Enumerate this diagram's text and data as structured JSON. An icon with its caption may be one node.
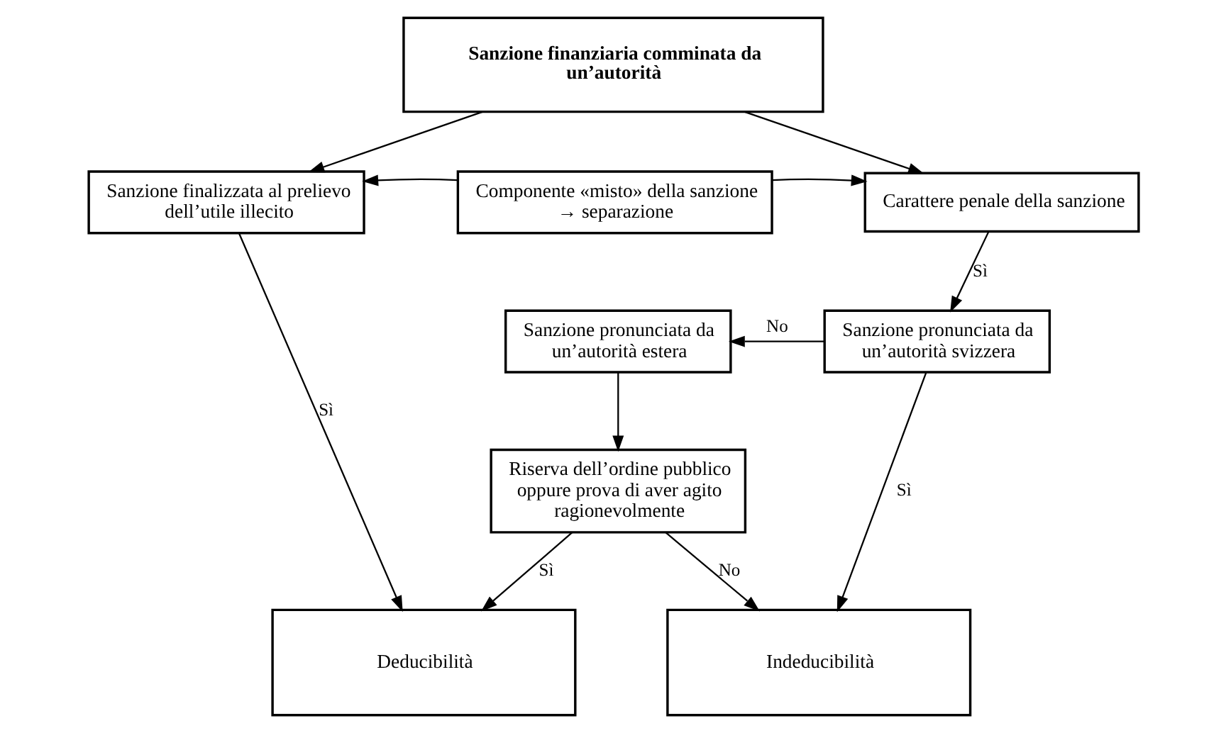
{
  "diagram": {
    "nodes": [
      {
        "text": [
          "Sanzione finanziaria comminata da un’autorità"
        ]
      },
      {
        "text": [
          "Sanzione finalizzata al prelievo dell’utile illecito"
        ]
      },
      {
        "text": [
          "Componente «misto» della sanzione → separazione"
        ]
      },
      {
        "text": [
          "Carattere penale della sanzione"
        ]
      },
      {
        "text": [
          "Sanzione pronunciata da un’autorità estera"
        ]
      },
      {
        "text": [
          "Sanzione pronunciata da un’autorità svizzera"
        ]
      },
      {
        "text": [
          "Riserva dell’ordine pubblico oppure prova di aver agito ragionevolmente"
        ]
      },
      {
        "text": [
          "Deducibilità"
        ]
      },
      {
        "text": [
          "Indeducibilità"
        ]
      }
    ],
    "edges": [
      {
        "from": 0,
        "to": 1,
        "arrow": "to"
      },
      {
        "from": 0,
        "to": 3,
        "arrow": "to"
      },
      {
        "from": 2,
        "to": 1,
        "arrow": "to"
      },
      {
        "from": 2,
        "to": 3,
        "arrow": "to"
      },
      {
        "from": 1,
        "to": 7,
        "arrow": "to",
        "label": "Sì"
      },
      {
        "from": 3,
        "to": 5,
        "arrow": "to",
        "label": "Sì"
      },
      {
        "from": 5,
        "to": 4,
        "arrow": "to",
        "label": "No"
      },
      {
        "from": 4,
        "to": 6,
        "arrow": "to"
      },
      {
        "from": 6,
        "to": 7,
        "arrow": "to",
        "label": "Sì"
      },
      {
        "from": 6,
        "to": 8,
        "arrow": "to",
        "label": "No"
      },
      {
        "from": 5,
        "to": 8,
        "arrow": "to",
        "label": "Sì"
      }
    ]
  }
}
